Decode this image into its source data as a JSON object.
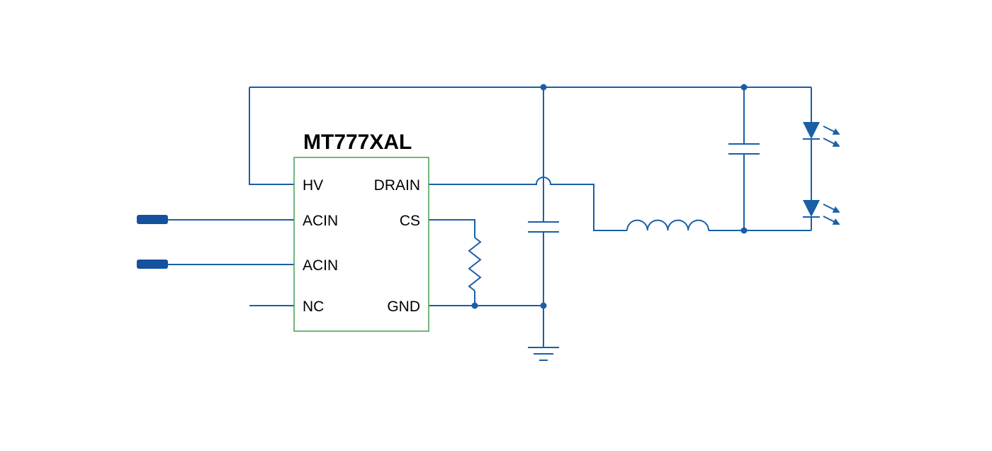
{
  "title": "MT777XAL",
  "ic": {
    "pins_left": [
      "HV",
      "ACIN",
      "ACIN",
      "NC"
    ],
    "pins_right": [
      "DRAIN",
      "CS",
      "GND"
    ]
  },
  "colors": {
    "wire": "#1a5fa6",
    "terminal": "#15519d",
    "ic_border": "#44a04c",
    "ic_fill": "#ffffff",
    "text": "#000000",
    "background": "#ffffff"
  }
}
